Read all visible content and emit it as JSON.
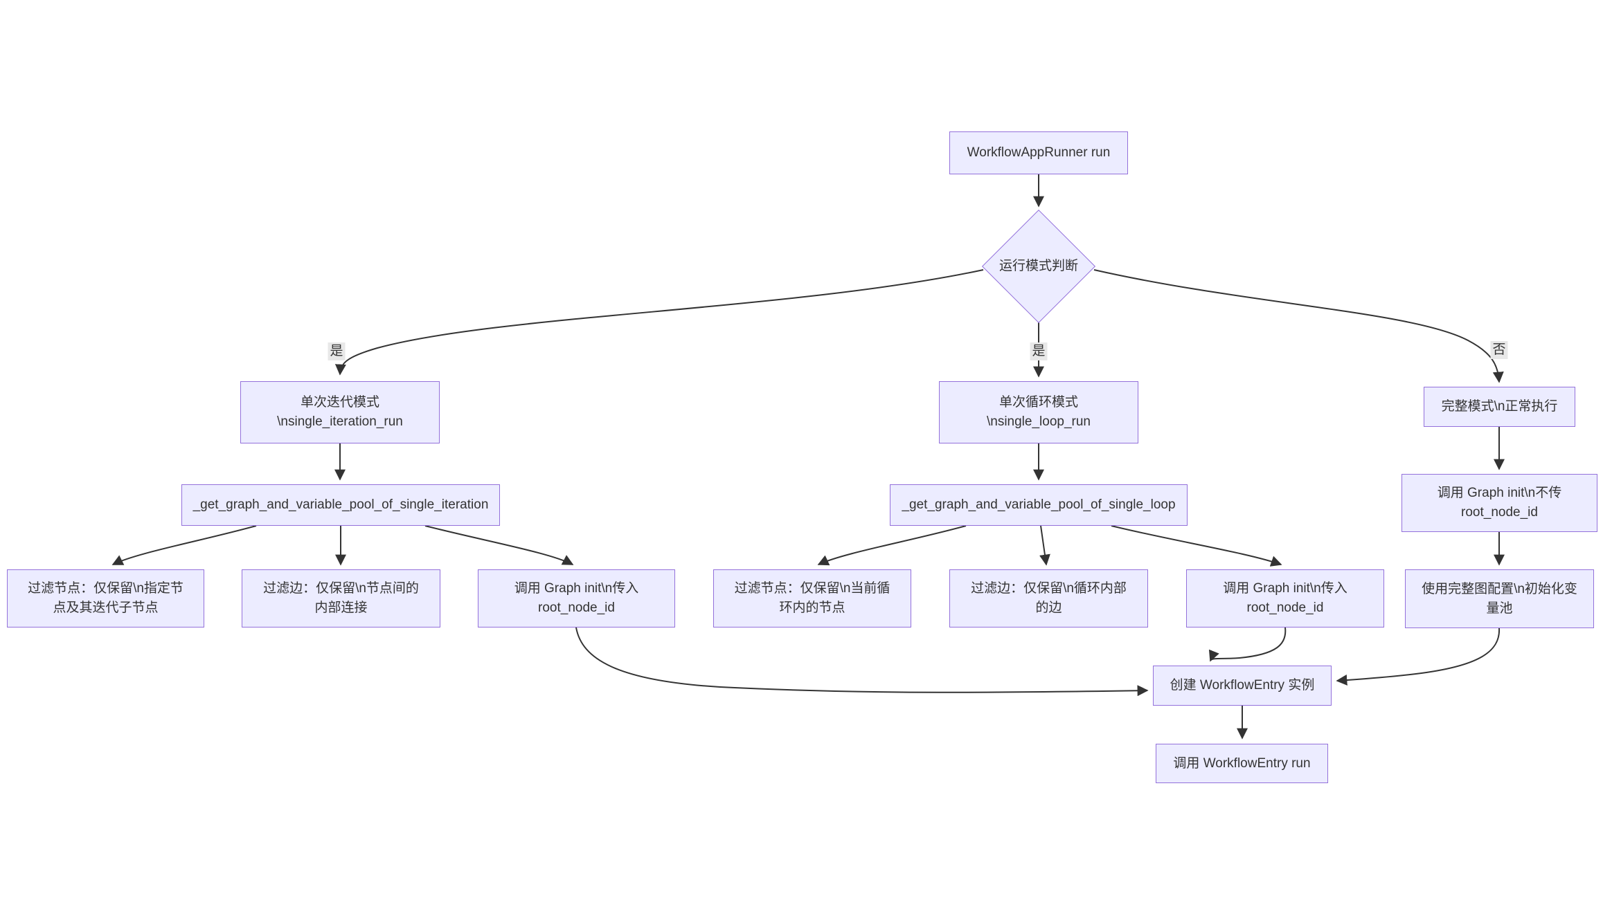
{
  "style": {
    "node_fill": "#ECECFF",
    "node_border": "#9370DB",
    "edge_color": "#333333",
    "text_color": "#333333",
    "label_bg": "#e8e8e8",
    "canvas_bg": "#ffffff"
  },
  "nodes": {
    "start": {
      "lines": [
        "WorkflowAppRunner run"
      ]
    },
    "decision": {
      "lines": [
        "运行模式判断"
      ]
    },
    "iter_mode": {
      "lines": [
        "单次迭代模式",
        "\\nsingle_iteration_run"
      ]
    },
    "loop_mode": {
      "lines": [
        "单次循环模式",
        "\\nsingle_loop_run"
      ]
    },
    "full_mode": {
      "lines": [
        "完整模式\\n正常执行"
      ]
    },
    "get_graph_iteration": {
      "lines": [
        "_get_graph_and_variable_pool_of_single_iteration"
      ]
    },
    "get_graph_loop": {
      "lines": [
        "_get_graph_and_variable_pool_of_single_loop"
      ]
    },
    "graph_init_no_root": {
      "lines": [
        "调用 Graph init\\n不传",
        "root_node_id"
      ]
    },
    "filter_nodes_iteration": {
      "lines": [
        "过滤节点：仅保留\\n指定节",
        "点及其迭代子节点"
      ]
    },
    "filter_edges_iteration": {
      "lines": [
        "过滤边：仅保留\\n节点间的",
        "内部连接"
      ]
    },
    "graph_init_root_iteration": {
      "lines": [
        "调用 Graph init\\n传入",
        "root_node_id"
      ]
    },
    "filter_nodes_loop": {
      "lines": [
        "过滤节点：仅保留\\n当前循",
        "环内的节点"
      ]
    },
    "filter_edges_loop": {
      "lines": [
        "过滤边：仅保留\\n循环内部",
        "的边"
      ]
    },
    "graph_init_root_loop": {
      "lines": [
        "调用 Graph init\\n传入",
        "root_node_id"
      ]
    },
    "init_var_pool": {
      "lines": [
        "使用完整图配置\\n初始化变",
        "量池"
      ]
    },
    "create_entry": {
      "lines": [
        "创建 WorkflowEntry 实例"
      ]
    },
    "run_entry": {
      "lines": [
        "调用 WorkflowEntry run"
      ]
    }
  },
  "edge_labels": {
    "iteration_branch": "是",
    "loop_branch": "是",
    "full_branch": "否"
  }
}
